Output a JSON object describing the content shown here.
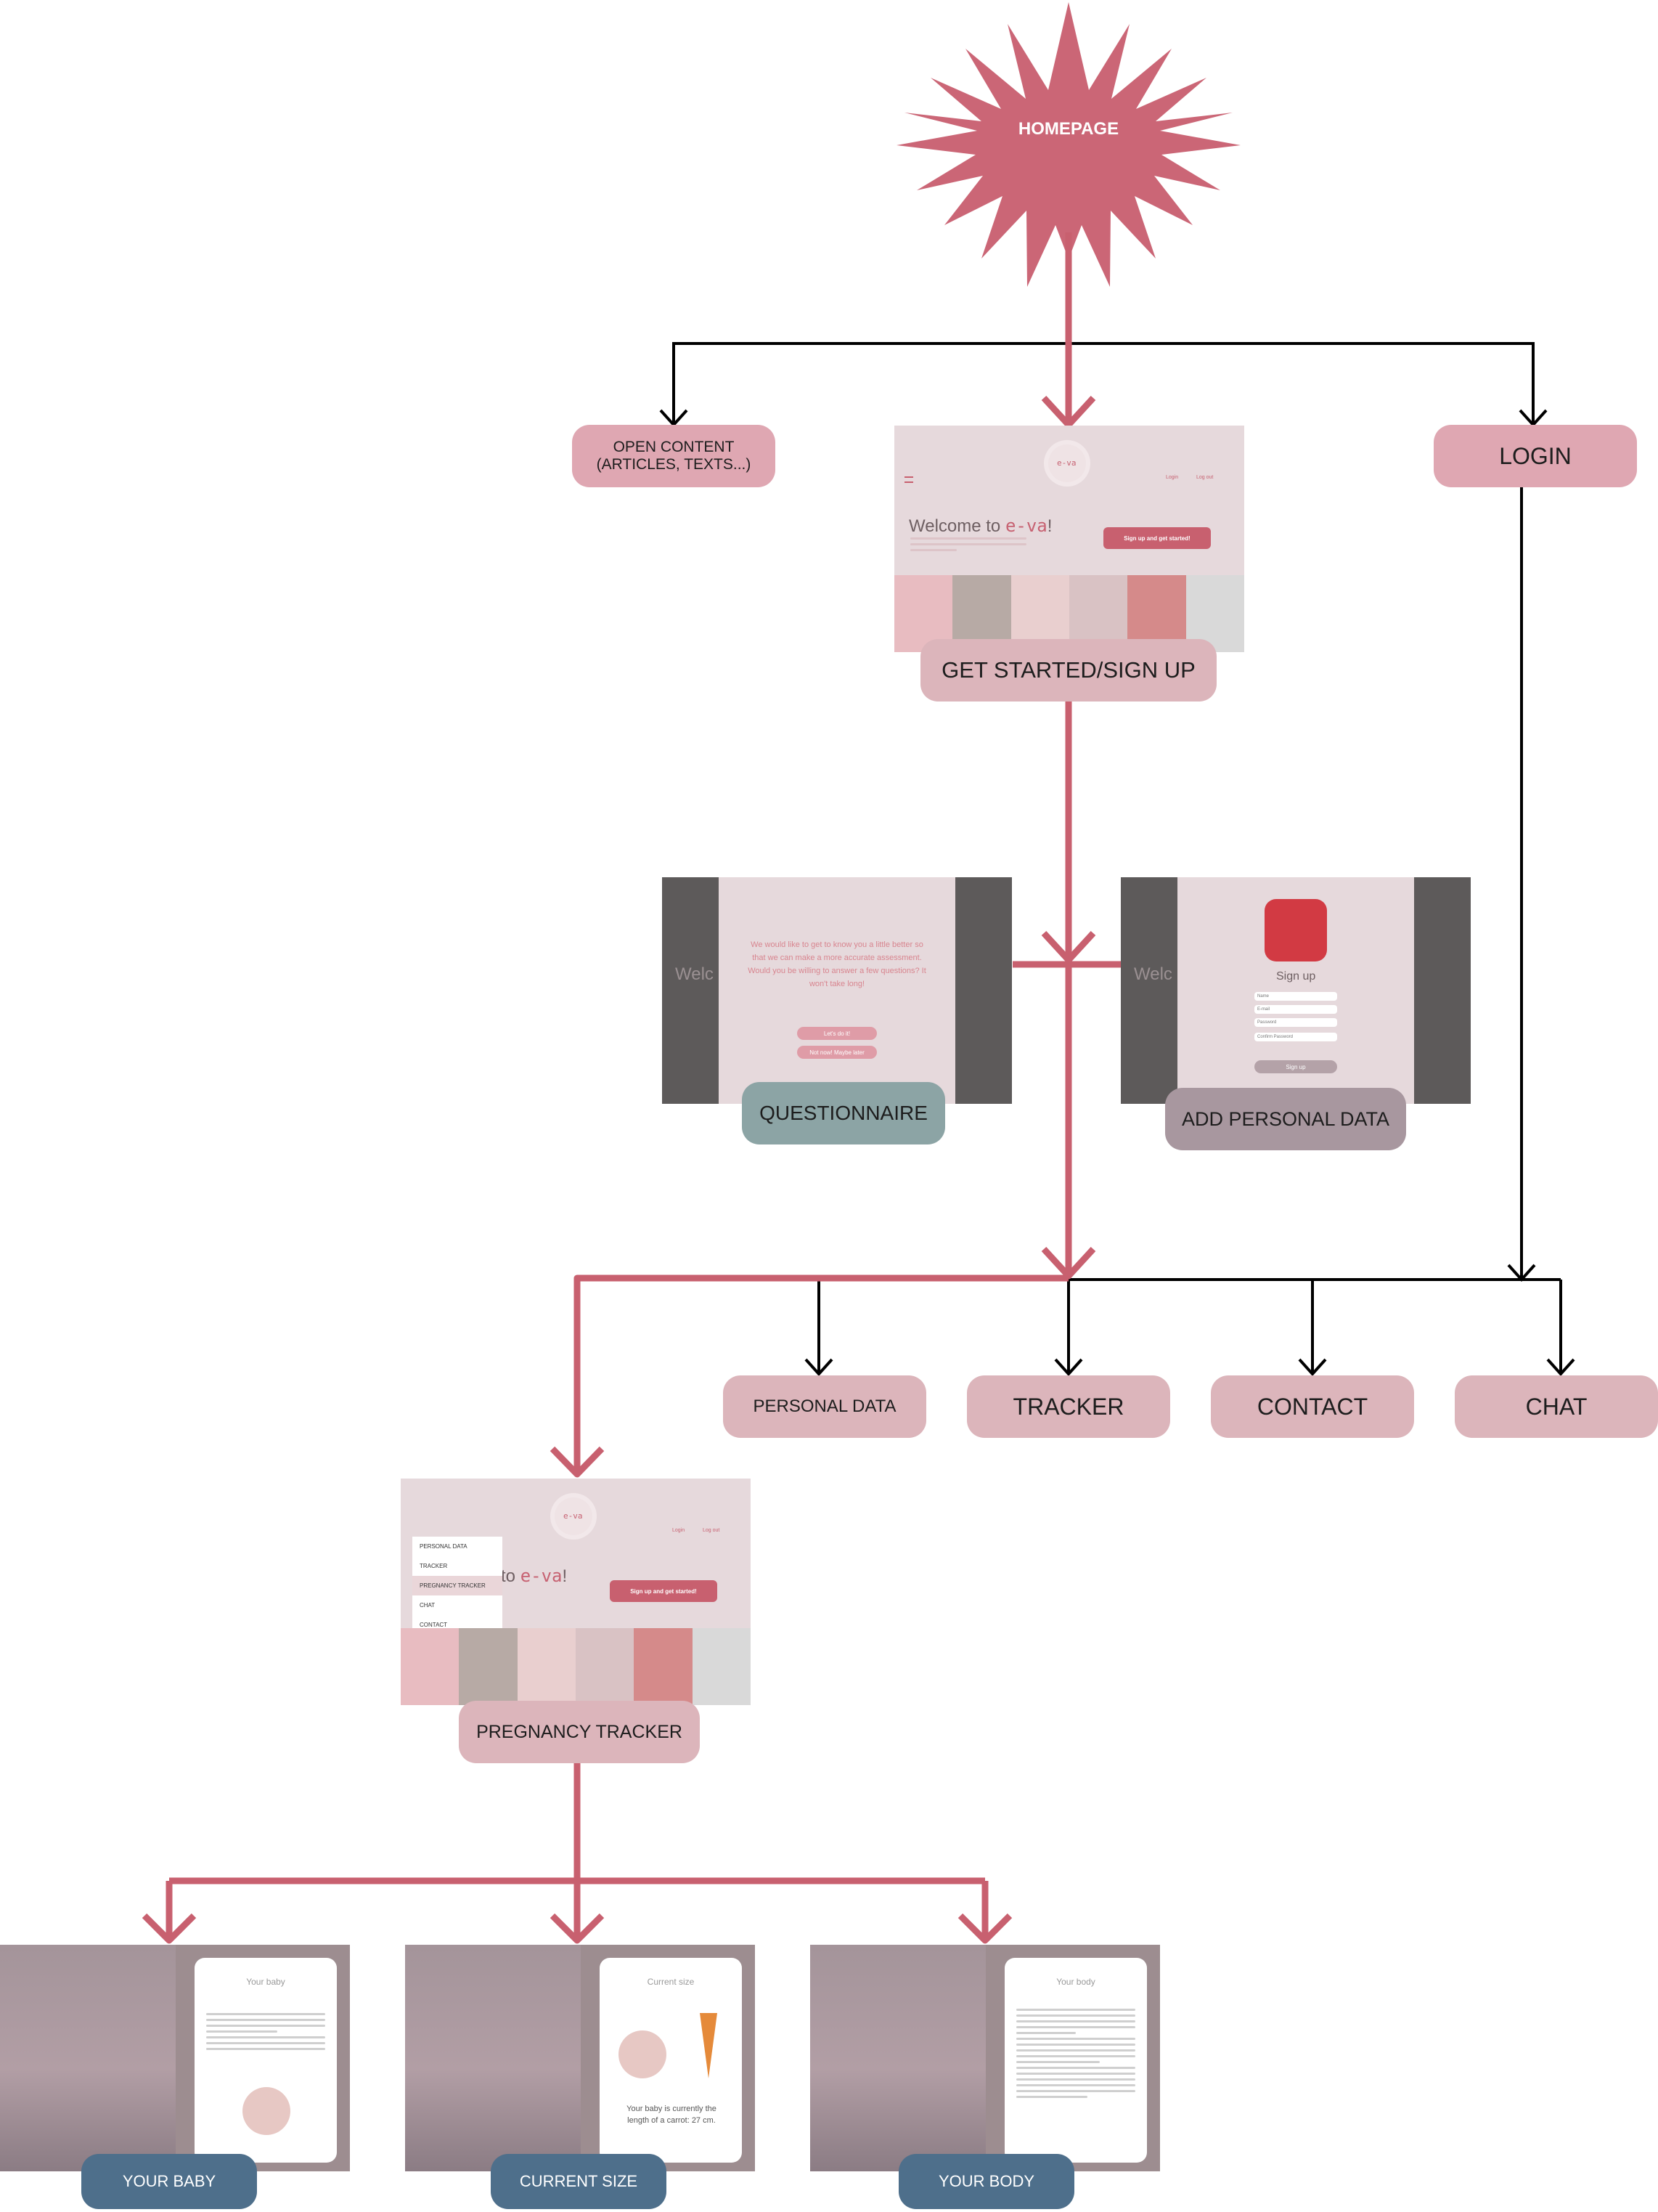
{
  "colors": {
    "primary_arrow": "#c8606f",
    "secondary_arrow": "#000000",
    "homepage_star": "#cb6676",
    "node_pink": "#dcb5bb",
    "node_rose": "#dfa7b2",
    "node_teal": "#8ca4a5",
    "node_mauve": "#a8979f",
    "node_blue": "#4e6f8b"
  },
  "nodes": {
    "homepage": "HOMEPAGE",
    "open_content_line1": "OPEN CONTENT",
    "open_content_line2": "(ARTICLES, TEXTS...)",
    "login": "LOGIN",
    "get_started": "GET STARTED/SIGN UP",
    "questionnaire": "QUESTIONNAIRE",
    "add_personal_data": "ADD PERSONAL DATA",
    "personal_data": "PERSONAL DATA",
    "tracker": "TRACKER",
    "contact": "CONTACT",
    "chat": "CHAT",
    "pregnancy_tracker": "PREGNANCY TRACKER",
    "your_baby": "YOUR BABY",
    "current_size": "CURRENT SIZE",
    "your_body": "YOUR BODY"
  },
  "welcome_screen": {
    "logo": "e-va",
    "login_link": "Login",
    "logout_link": "Log out",
    "heading_prefix": "Welcome to ",
    "brand": "e-va",
    "heading_suffix": "!",
    "cta": "Sign up and get started!"
  },
  "questionnaire_screen": {
    "text": "We would like to get to know you a little better so that we can make a more accurate assessment. Would you be willing to answer a few questions? It won't take long!",
    "yes_button": "Let's do it!",
    "no_button": "Not now! Maybe later",
    "bg_word": "Welc"
  },
  "signup_screen": {
    "title": "Sign up",
    "fields": [
      "Name",
      "E-mail",
      "Password",
      "Confirm Password"
    ],
    "button": "Sign up",
    "bg_word": "Welc"
  },
  "tracker_menu": {
    "items": [
      "PERSONAL DATA",
      "TRACKER",
      "PREGNANCY TRACKER",
      "CHAT",
      "CONTACT"
    ],
    "heading_fragment": "to ",
    "brand": "e-va",
    "heading_suffix": "!"
  },
  "baby_screen": {
    "title": "Your baby"
  },
  "size_screen": {
    "title": "Current size",
    "caption": "Your baby is currently the length of a carrot: 27 cm."
  },
  "body_screen": {
    "title": "Your body"
  }
}
